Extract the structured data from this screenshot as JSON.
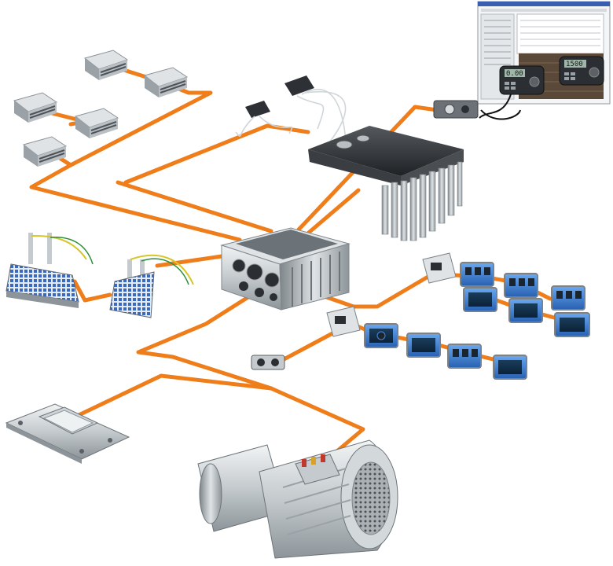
{
  "diagram": {
    "colors": {
      "connection": "#ee7d1a",
      "housing_gray": "#9aa1a6",
      "module_blue": "#3c7ed8",
      "module_dark": "#2b2f33",
      "background": "#ffffff"
    },
    "components": [
      {
        "id": "io-modules",
        "icon": "io-module-icon"
      },
      {
        "id": "temperature-sensors",
        "icon": "sensor-icon"
      },
      {
        "id": "pc-software",
        "icon": "monitor-icon"
      },
      {
        "id": "operator-panels",
        "icon": "keypad-icon"
      },
      {
        "id": "drive-unit",
        "icon": "drive-icon"
      },
      {
        "id": "braking-resistors",
        "icon": "resistor-icon"
      },
      {
        "id": "inverter",
        "icon": "inverter-icon"
      },
      {
        "id": "fieldbus-modules",
        "icon": "bus-module-icon"
      },
      {
        "id": "plug-connector",
        "icon": "plug-icon"
      },
      {
        "id": "mounting-adapter",
        "icon": "adapter-plate-icon"
      },
      {
        "id": "geared-motor",
        "icon": "motor-icon"
      }
    ],
    "operator_panel_display": {
      "panel_1": "0.00",
      "panel_2": "1500"
    }
  }
}
